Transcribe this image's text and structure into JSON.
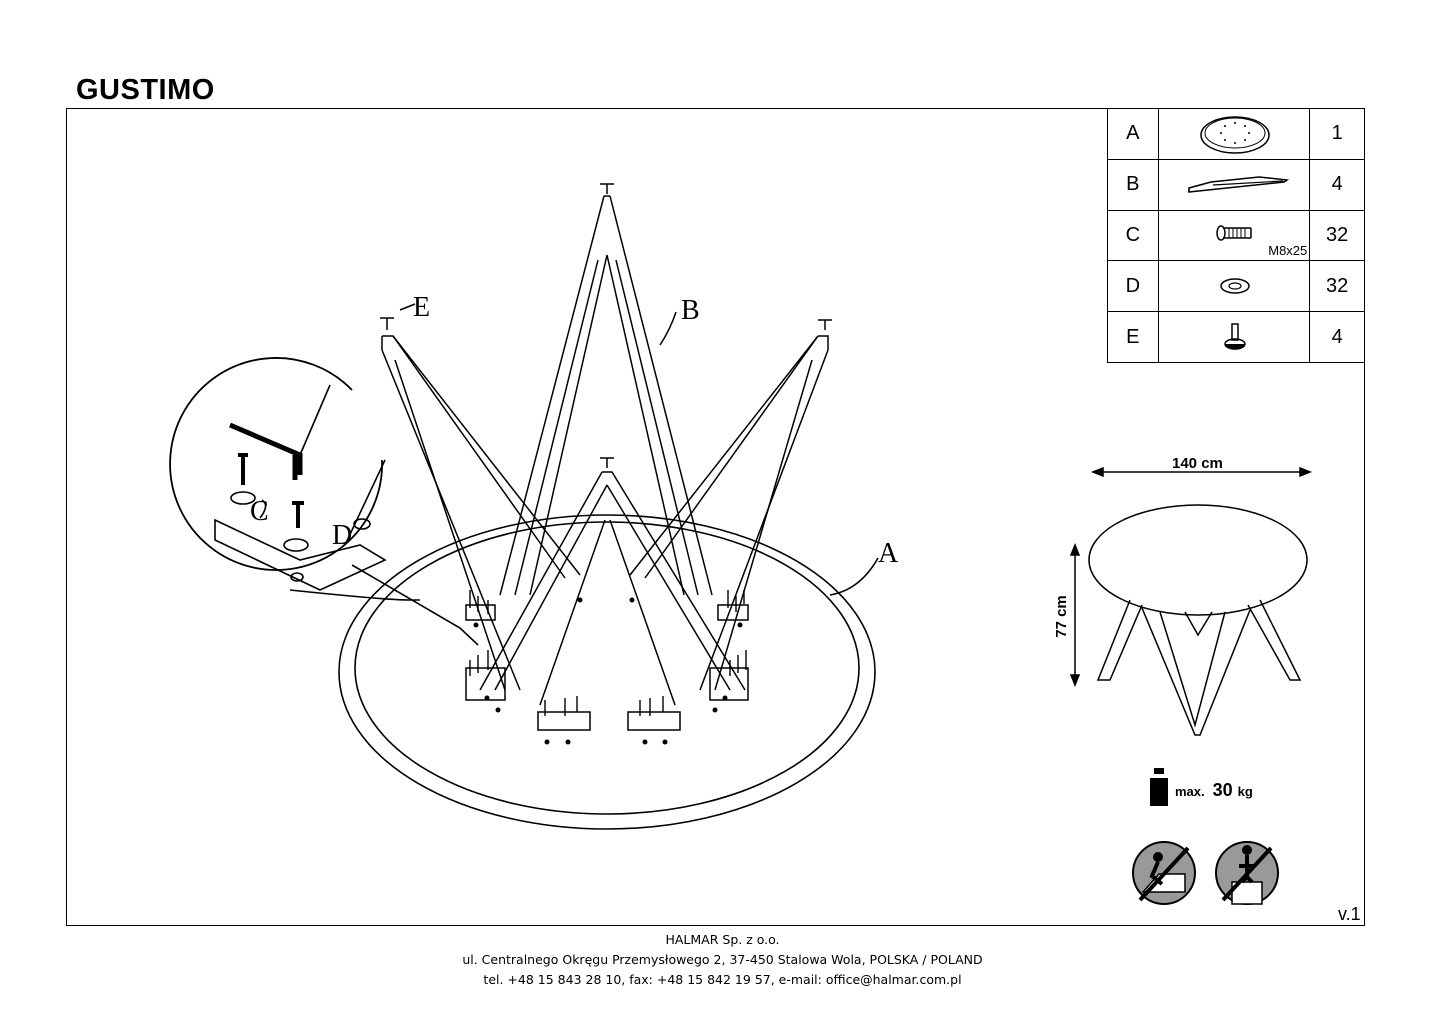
{
  "title": "GUSTIMO",
  "parts": [
    {
      "letter": "A",
      "icon": "round-tabletop-icon",
      "spec": "",
      "qty": "1"
    },
    {
      "letter": "B",
      "icon": "leg-frame-icon",
      "spec": "",
      "qty": "4"
    },
    {
      "letter": "C",
      "icon": "bolt-icon",
      "spec": "M8x25",
      "qty": "32"
    },
    {
      "letter": "D",
      "icon": "washer-icon",
      "spec": "",
      "qty": "32"
    },
    {
      "letter": "E",
      "icon": "glide-foot-icon",
      "spec": "",
      "qty": "4"
    }
  ],
  "callouts": {
    "a": "A",
    "b": "B",
    "c": "C",
    "d": "D",
    "e": "E"
  },
  "dimensions": {
    "width": "140 cm",
    "height": "77 cm"
  },
  "load": {
    "label": "max.",
    "value": "30",
    "unit": "kg"
  },
  "warnings": [
    "no-climbing-icon",
    "no-standing-icon"
  ],
  "version": "v.1",
  "footer": {
    "company": "HALMAR Sp. z o.o.",
    "address": "ul. Centralnego Okręgu Przemysłowego 2, 37-450 Stalowa Wola, POLSKA / POLAND",
    "contact": "tel. +48 15 843 28 10, fax: +48 15 842 19 57, e-mail: office@halmar.com.pl"
  }
}
